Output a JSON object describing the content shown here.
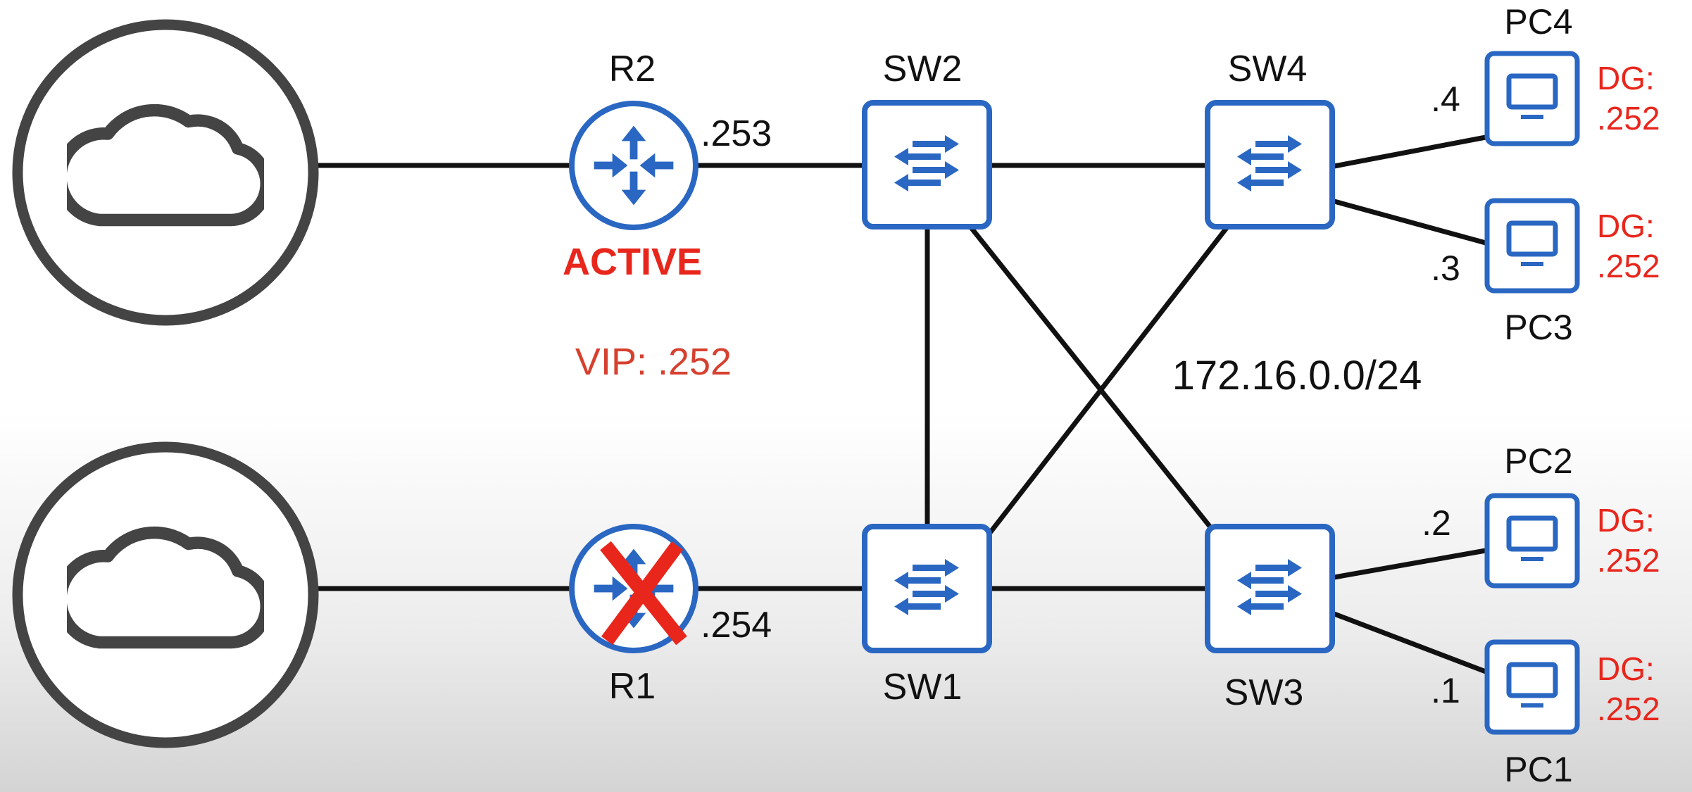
{
  "colors": {
    "device_blue": "#2a67c2",
    "alert_red": "#e8261c",
    "vip_red": "#d6402f",
    "cloud_gray": "#444444",
    "link_black": "#111111"
  },
  "icons": {
    "cloud": "cloud-icon",
    "router": "router-icon",
    "switch": "switch-icon",
    "pc": "pc-monitor-icon",
    "failed": "red-x-icon"
  },
  "routers": {
    "r2": {
      "name": "R2",
      "ip": ".253",
      "status": "ACTIVE"
    },
    "r1": {
      "name": "R1",
      "ip": ".254",
      "failed": true
    }
  },
  "vip": "VIP: .252",
  "switches": {
    "sw1": "SW1",
    "sw2": "SW2",
    "sw3": "SW3",
    "sw4": "SW4"
  },
  "network": "172.16.0.0/24",
  "pcs": {
    "pc4": {
      "name": "PC4",
      "ip": ".4",
      "dg_label": "DG:",
      "dg_value": ".252"
    },
    "pc3": {
      "name": "PC3",
      "ip": ".3",
      "dg_label": "DG:",
      "dg_value": ".252"
    },
    "pc2": {
      "name": "PC2",
      "ip": ".2",
      "dg_label": "DG:",
      "dg_value": ".252"
    },
    "pc1": {
      "name": "PC1",
      "ip": ".1",
      "dg_label": "DG:",
      "dg_value": ".252"
    }
  }
}
